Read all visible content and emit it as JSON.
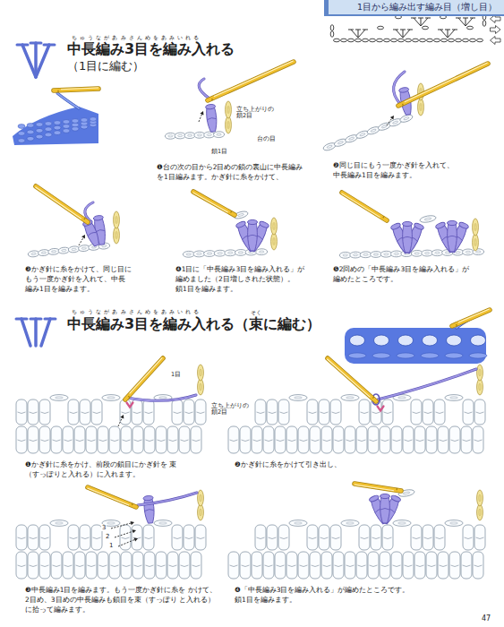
{
  "diagram": {
    "nodes": [
      {
        "text": [
          "1目から編み出す編み目（増し目）"
        ]
      }
    ],
    "labels": [
      "ちゅうながあみさんめをあみいれる",
      "中長編み3目を編み入れる",
      "（1目に編む）",
      "立ち上がりの 鎖2目",
      "台の目",
      "鎖1目",
      "❶台の次の目から2目めの鎖の裏山に中長編み を1目編みます。かぎ針に糸をかけて、",
      "❷同じ目にもう一度かぎ針を入れて、 中長編み1目を編みます。",
      "❸かぎ針に糸をかけて、同じ目に もう一度かぎ針を入れて、中長 編み1目を編みます。",
      "❹1目に「中長編み3目を編み入れる」が 編めました（2目増しされた状態）。 鎖1目を編みます。",
      "❺2回めの「中長編み3目を編み入れる」が 編めたところです。",
      "ちゅうながあみさんめをあみいれる",
      "そく",
      "中長編み3目を編み入れる（束に編む）",
      "1目",
      "立ち上がりの 鎖2目",
      "❶かぎ針に糸をかけ、前段の鎖目にかぎ針を 束（すっぽりと入れる）に入れます。",
      "❷かぎ針に糸をかけて引き出し、",
      "3",
      "2",
      "1",
      "❸中長編み1目を編みます。もう一度かぎ針に糸を かけて、2目め、3目めの中長編みも鎖目を束（すっぽり と入れる）に拾って編みます。",
      "❹「中長編み3目を編み入れる」が編めたところです。 鎖1目を編みます。",
      "47"
    ]
  }
}
